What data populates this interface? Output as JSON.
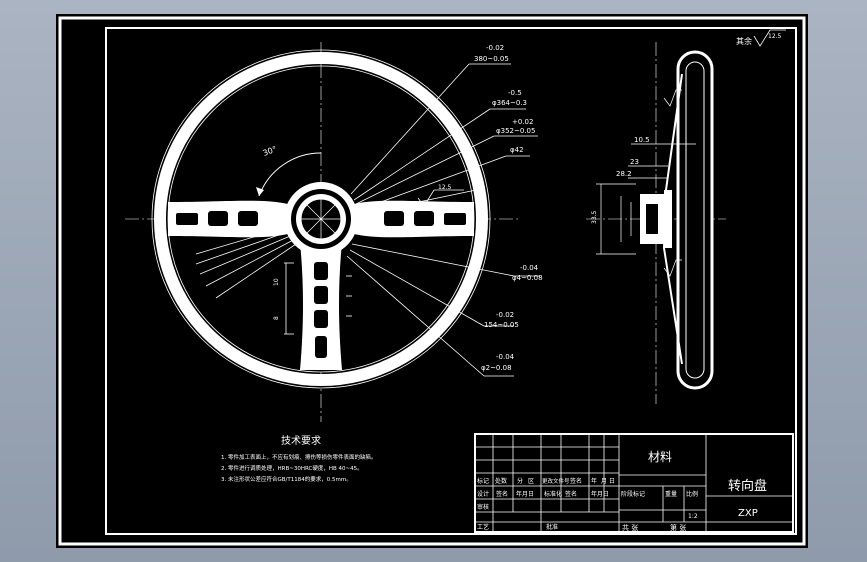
{
  "drawing_title": "转向盘",
  "drawing_code": "ZXP",
  "material_label": "材料",
  "scale_value": "1:2",
  "roughness_symbol": "其余",
  "roughness_value": "12.5",
  "tech_req": {
    "title": "技术要求",
    "items": [
      "1. 零件加工表面上，不应有划痕、擦伤等损伤零件表面的缺陷。",
      "2. 零件进行调质处理，HRB~30HRC硬度，HB 40~45。",
      "3. 未注形状公差应符合GB/T1184的要求，0.5mm。"
    ]
  },
  "dims": {
    "d1_tol": "-0.02",
    "d1": "380~0.05",
    "d2_tol": "-0.5",
    "d2": "φ364~0.3",
    "d3_tol": "+0.02",
    "d3": "φ352~0.05",
    "d4": "φ42",
    "ra_value": "12.5",
    "angle": "30°",
    "d5_tol": "-0.04",
    "d5": "φ4~0.08",
    "d6_tol": "-0.02",
    "d6": "154~0.05",
    "d7_tol": "-0.04",
    "d7": "φ2~0.08",
    "side_w1": "10.5",
    "side_w2": "23",
    "side_w3": "28.2",
    "side_h": "33.5",
    "spoke_h1": "10",
    "spoke_h2": "8"
  },
  "title_block": {
    "row1": [
      "标记",
      "处数",
      "分",
      "区",
      "更改文件号",
      "签名",
      "年",
      "月",
      "日"
    ],
    "row2": [
      "设计",
      "签名",
      "年月日",
      "标准化",
      "签名",
      "年月日"
    ],
    "row3": [
      "审核"
    ],
    "row4": [
      "工艺",
      "批准"
    ],
    "stage_labels": [
      "阶段标记",
      "重量",
      "比例"
    ],
    "sheet_total": "共  张",
    "sheet_no": "第  张"
  }
}
